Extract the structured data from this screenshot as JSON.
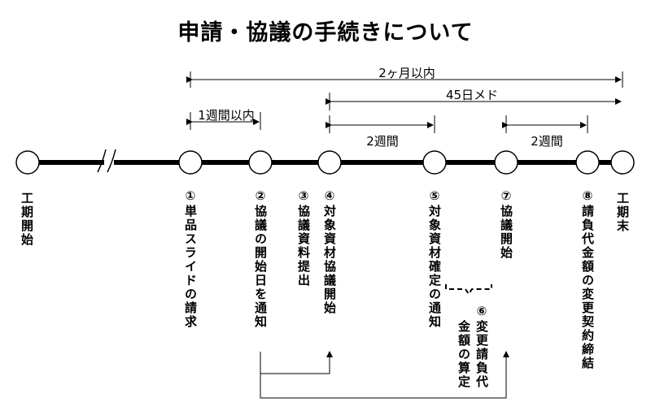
{
  "title": "申請・協議の手続きについて",
  "spans": {
    "two_months": "2ヶ月以内",
    "forty_five_days": "45日メド",
    "one_week": "1週間以内",
    "two_weeks_a": "2週間",
    "two_weeks_b": "2週間"
  },
  "steps": {
    "start": "工期開始",
    "s1": "①単品スライドの請求",
    "s2": "②協議の開始日を通知",
    "s3": "③協議資料提出",
    "s4": "④対象資材協議開始",
    "s5": "⑤対象資材確定の通知",
    "s6_line1": "⑥変更請負代",
    "s6_line2": "金額の算定",
    "s7": "⑦協議開始",
    "s8": "⑧請負代金額の変更契約締結",
    "end": "工期末"
  },
  "colors": {
    "line": "#000000",
    "node_fill": "#ffffff",
    "text": "#000000"
  }
}
